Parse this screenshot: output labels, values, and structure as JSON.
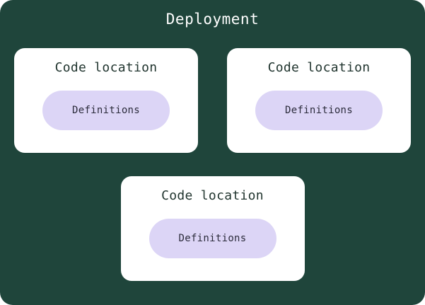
{
  "diagram": {
    "title": "Deployment",
    "cards": [
      {
        "title": "Code location",
        "pill": "Definitions"
      },
      {
        "title": "Code location",
        "pill": "Definitions"
      },
      {
        "title": "Code location",
        "pill": "Definitions"
      }
    ]
  },
  "colors": {
    "background": "#1F453B",
    "card_bg": "#FFFFFF",
    "pill_bg": "#DCD5F6",
    "title_text": "#FFFFFF",
    "card_text": "#20342E",
    "pill_text": "#2B2B3B"
  }
}
